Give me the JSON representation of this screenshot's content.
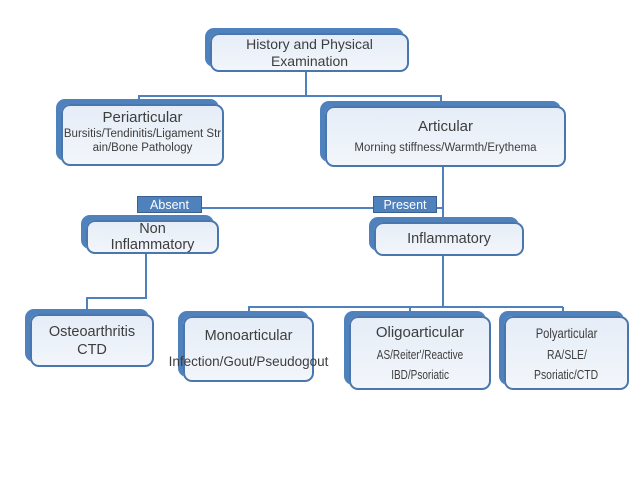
{
  "diagram": {
    "type": "flowchart",
    "colors": {
      "accent": "#4f81bd",
      "node_border": "#4a76ae",
      "node_fill": "#e9eff8",
      "text": "#3d3d3d",
      "tag_text": "#ffffff",
      "background": "#ffffff"
    },
    "nodes": {
      "history": {
        "label": "History and Physical Examination"
      },
      "periarticular": {
        "title": "Periarticular",
        "subtitle": "Bursitis/Tendinitis/Ligament Strain/Bone Pathology"
      },
      "articular": {
        "title": "Articular",
        "subtitle": "Morning stiffness/Warmth/Erythema"
      },
      "absent": {
        "label": "Absent"
      },
      "present": {
        "label": "Present"
      },
      "non_inflammatory": {
        "label": "Non Inflammatory"
      },
      "inflammatory": {
        "label": "Inflammatory"
      },
      "osteoarthritis": {
        "label": "Osteoarthritis CTD"
      },
      "monoarticular": {
        "title": "Monoarticular",
        "subtitle": "Infection/Gout/Pseudogout"
      },
      "oligoarticular": {
        "title": "Oligoarticular",
        "line1": "AS/Reiter'/Reactive",
        "line2": "IBD/Psoriatic"
      },
      "polyarticular": {
        "title": "Polyarticular",
        "line1": "RA/SLE/",
        "line2": "Psoriatic/CTD"
      }
    },
    "edges": [
      "history -> periarticular",
      "history -> articular",
      "articular -(Absent)-> non_inflammatory",
      "articular -(Present)-> inflammatory",
      "non_inflammatory -> osteoarthritis",
      "inflammatory -> monoarticular",
      "inflammatory -> oligoarticular",
      "inflammatory -> polyarticular"
    ]
  }
}
